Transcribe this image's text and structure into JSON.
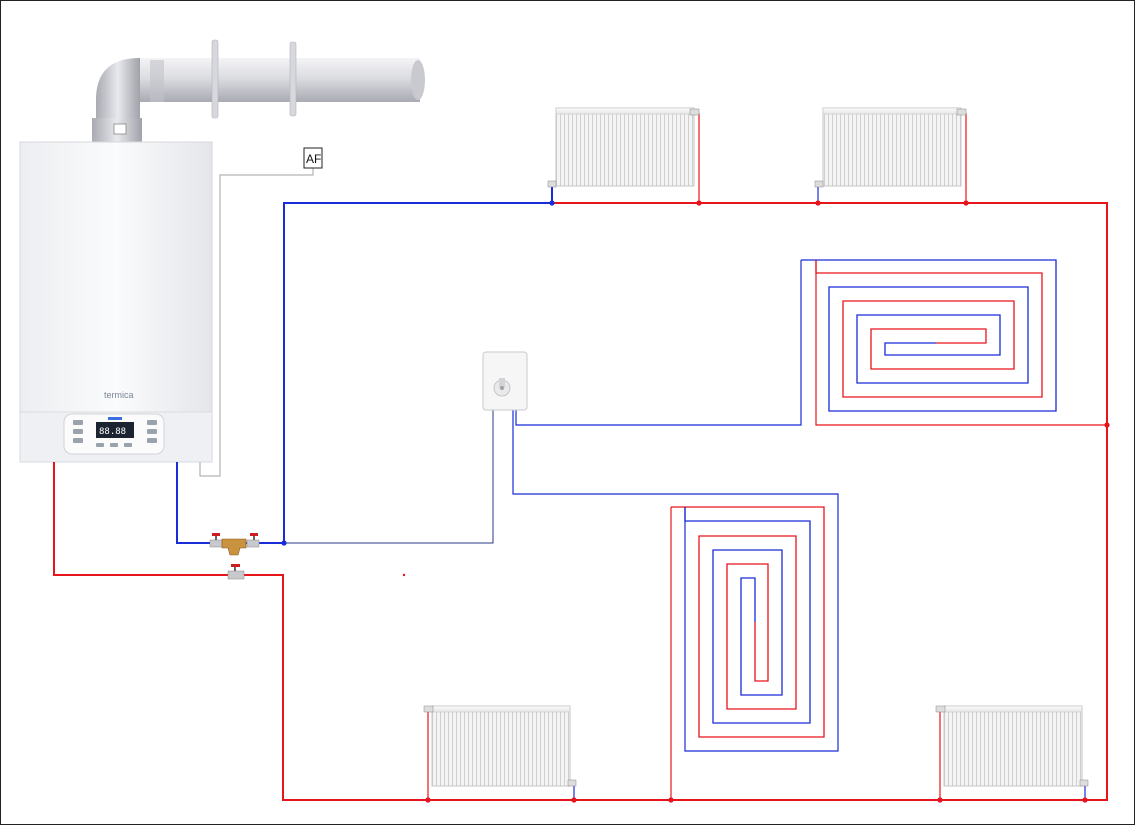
{
  "boiler": {
    "brand": "termica",
    "display": "88.88"
  },
  "outdoor_sensor": {
    "label": "AF"
  },
  "colors": {
    "supply": "#e8141b",
    "return": "#1a2bd8",
    "sensor_wire": "#b4b4b4",
    "frame": "#222222"
  },
  "icons": [
    "boiler-icon",
    "flue-pipe-icon",
    "radiator-icon",
    "room-thermostat-icon",
    "ball-valve-icon",
    "strainer-filter-icon",
    "outdoor-sensor-icon"
  ]
}
